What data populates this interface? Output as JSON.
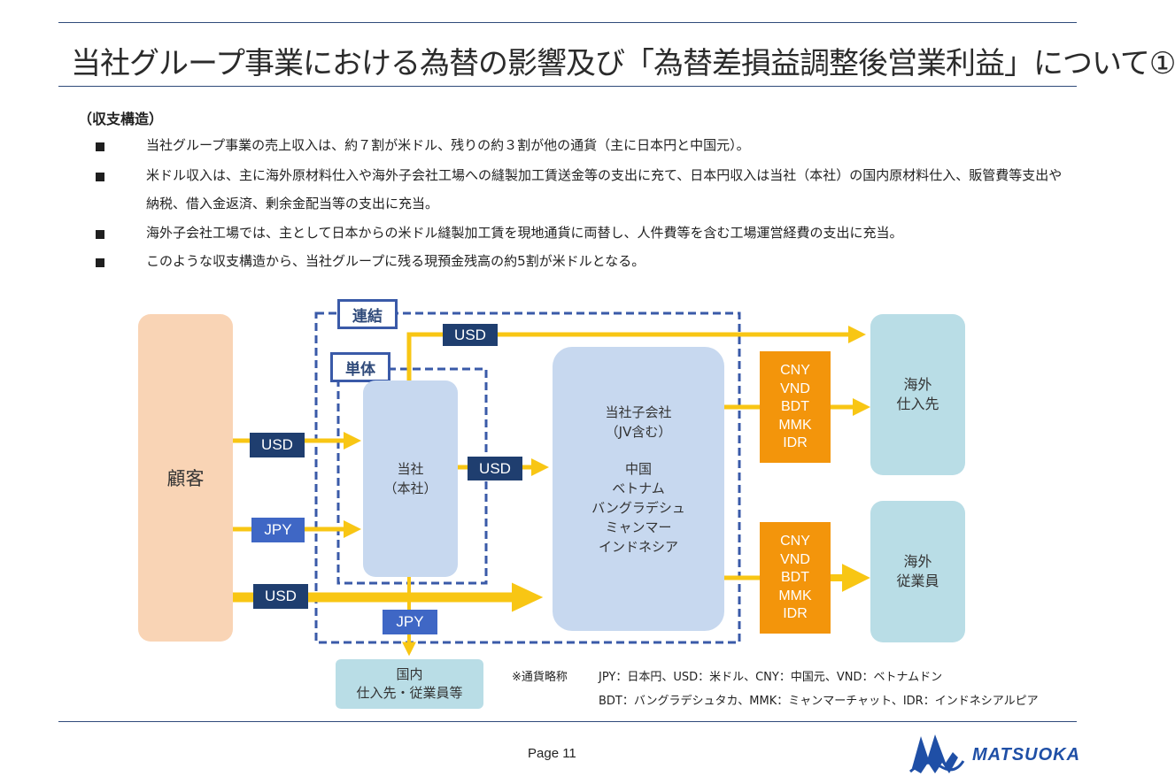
{
  "title": "当社グループ事業における為替の影響及び「為替差損益調整後営業利益」について①",
  "section_heading": "（収支構造）",
  "bullets": [
    "当社グループ事業の売上収入は、約７割が米ドル、残りの約３割が他の通貨（主に日本円と中国元）。",
    "米ドル収入は、主に海外原材料仕入や海外子会社工場への縫製加工賃送金等の支出に充て、日本円収入は当社（本社）の国内原材料仕入、販管費等支出や納税、借入金返済、剰余金配当等の支出に充当。",
    "海外子会社工場では、主として日本からの米ドル縫製加工賃を現地通貨に両替し、人件費等を含む工場運営経費の支出に充当。",
    "このような収支構造から、当社グループに残る現預金残高の約5割が米ドルとなる。"
  ],
  "diagram": {
    "customer": "顧客",
    "consolidated_label": "連結",
    "standalone_label": "単体",
    "company": {
      "line1": "当社",
      "line2": "（本社）"
    },
    "subsidiary": {
      "line1": "当社子会社",
      "line2": "（JV含む）",
      "countries": [
        "中国",
        "ベトナム",
        "バングラデシュ",
        "ミャンマー",
        "インドネシア"
      ]
    },
    "overseas_suppliers": {
      "line1": "海外",
      "line2": "仕入先"
    },
    "overseas_employees": {
      "line1": "海外",
      "line2": "従業員"
    },
    "domestic": {
      "line1": "国内",
      "line2": "仕入先・従業員等"
    },
    "currency_labels": {
      "top_usd": "USD",
      "customer_usd": "USD",
      "customer_jpy": "JPY",
      "company_usd": "USD",
      "bottom_usd": "USD",
      "domestic_jpy": "JPY"
    },
    "local_currencies_top": [
      "CNY",
      "VND",
      "BDT",
      "MMK",
      "IDR"
    ],
    "local_currencies_bottom": [
      "CNY",
      "VND",
      "BDT",
      "MMK",
      "IDR"
    ]
  },
  "note": {
    "label": "※通貨略称",
    "line1": "JPY：日本円、USD：米ドル、CNY：中国元、VND：ベトナムドン",
    "line2": "BDT：バングラデシュタカ、MMK：ミャンマーチャット、IDR：インドネシアルピア"
  },
  "page_number": "Page 11",
  "logo_text": "MATSUOKA",
  "colors": {
    "navy": "#1f3e6f",
    "blue_pill": "#3f67c5",
    "orange": "#f3950b",
    "arrow_yellow": "#f8c614",
    "light_blue": "#c7d8ef",
    "teal_box": "#b9dde6",
    "peach": "#f9d4b5",
    "dashed_frame": "#3a5aa8"
  }
}
